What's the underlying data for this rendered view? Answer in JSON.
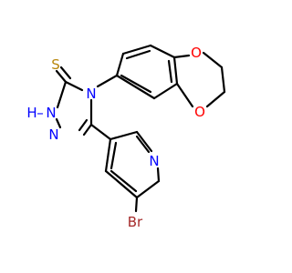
{
  "molecule": {
    "atoms": {
      "sulfur": "S",
      "nh": "H",
      "nh_n": "N",
      "n_ring_left": "N",
      "n_ring_top": "N",
      "pyridine_n": "N",
      "bromine": "Br",
      "oxygen_top": "O",
      "oxygen_bottom": "O"
    }
  },
  "colors": {
    "bond": "#000000",
    "carbon_text": "#000000",
    "nitrogen": "#0000ff",
    "oxygen": "#ff0000",
    "sulfur": "#b8860b",
    "bromine": "#a52a2a"
  }
}
